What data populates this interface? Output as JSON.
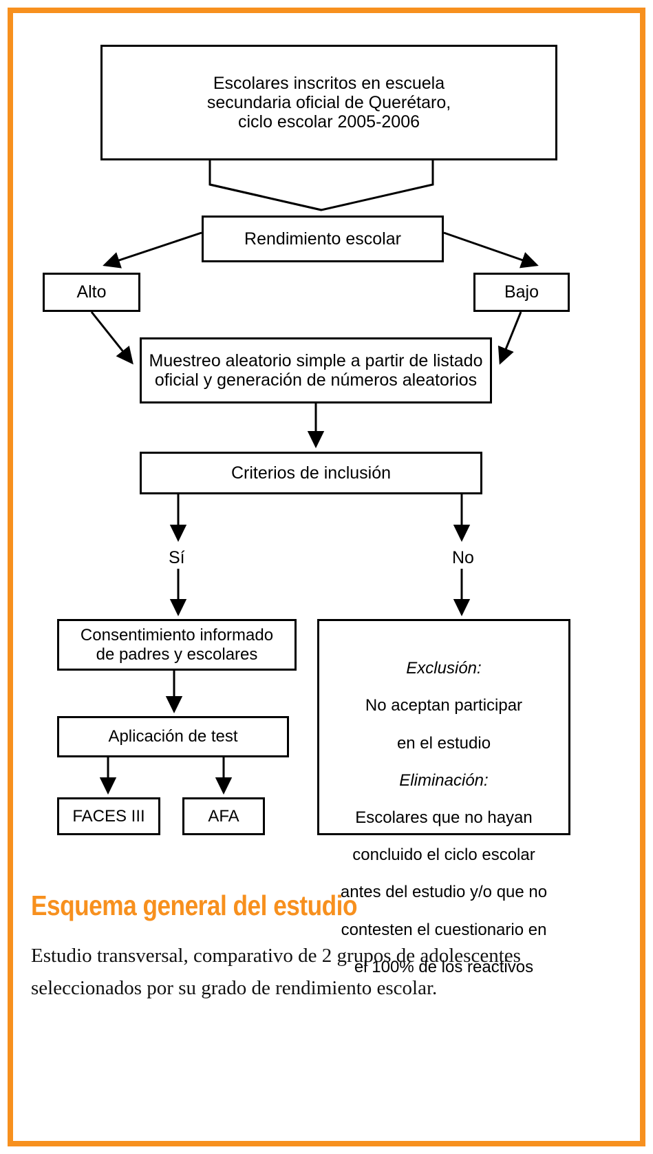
{
  "figure": {
    "frame_color": "#F7901E",
    "line_color": "#000000",
    "background": "#ffffff"
  },
  "flowchart": {
    "nodes": {
      "poblacion": "Escolares inscritos en escuela\nsecundaria oficial de Querétaro,\nciclo escolar 2005-2006",
      "rendimiento": "Rendimiento escolar",
      "alto": "Alto",
      "bajo": "Bajo",
      "muestreo": "Muestreo aleatorio simple a partir de listado\noficial y generación de números aleatorios",
      "criterios": "Criterios de inclusión",
      "consentimiento": "Consentimiento informado\nde padres y escolares",
      "aplicacion": "Aplicación de test",
      "faces": "FACES III",
      "afa": "AFA"
    },
    "exclusion_box": {
      "heading_1": "Exclusión:",
      "line_1": "No aceptan participar",
      "line_2": "en el estudio",
      "heading_2": "Eliminación:",
      "line_3": "Escolares que no hayan",
      "line_4": "concluido el ciclo escolar",
      "line_5": "antes del estudio y/o que no",
      "line_6": "contesten el cuestionario en",
      "line_7": "el 100% de los reactivos"
    },
    "branch_labels": {
      "yes": "Sí",
      "no": "No"
    }
  },
  "caption": {
    "title": "Esquema general del estudio",
    "body": "Estudio transversal, comparativo de 2 grupos de adolescentes seleccionados por su grado de rendimiento escolar."
  }
}
